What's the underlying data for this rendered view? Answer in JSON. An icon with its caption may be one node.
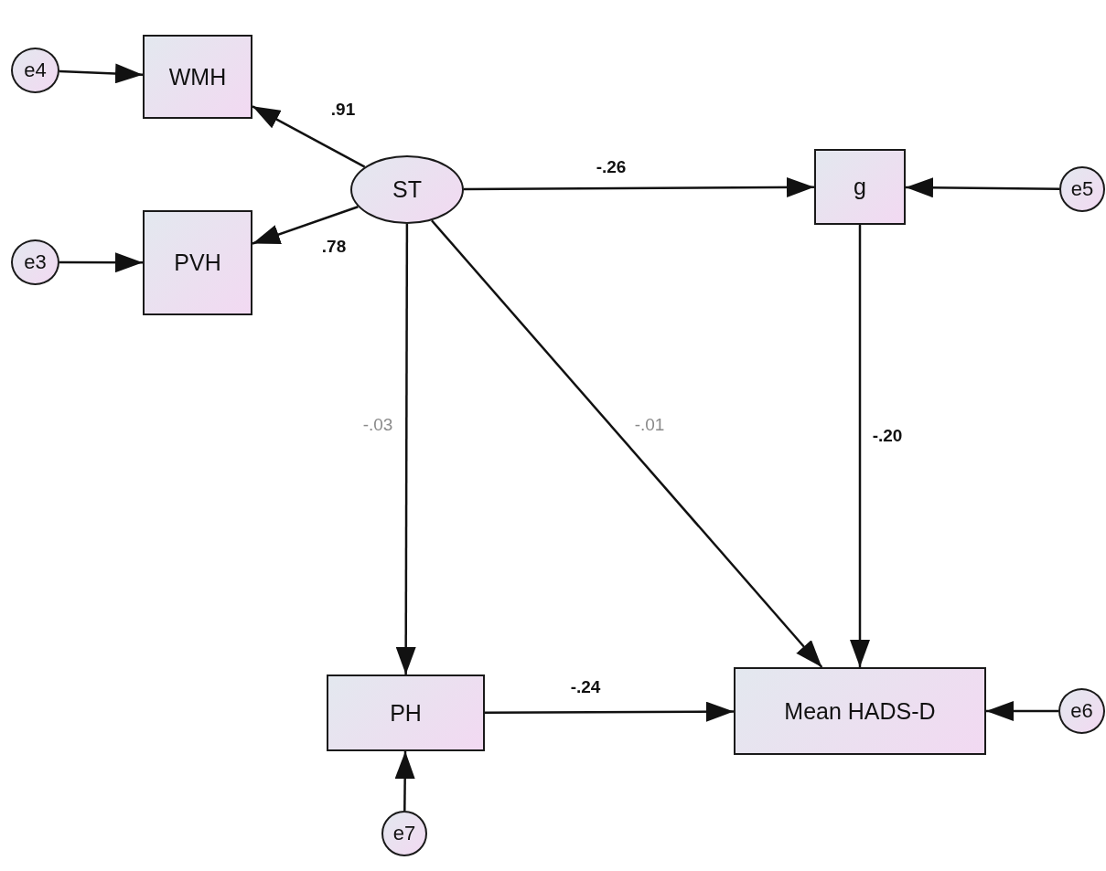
{
  "diagram": {
    "nodes": [
      {
        "text": [
          "e4"
        ]
      },
      {
        "text": [
          "WMH"
        ]
      },
      {
        "text": [
          "ST"
        ]
      },
      {
        "text": [
          "g"
        ]
      },
      {
        "text": [
          "e5"
        ]
      },
      {
        "text": [
          "e3"
        ]
      },
      {
        "text": [
          "PVH"
        ]
      },
      {
        "text": [
          "PH"
        ]
      },
      {
        "text": [
          "Mean HADS-D"
        ]
      },
      {
        "text": [
          "e6"
        ]
      },
      {
        "text": [
          "e7"
        ]
      }
    ],
    "edges": [
      {
        "from": 0,
        "to": 1,
        "arrow": "to"
      },
      {
        "from": 2,
        "to": 1,
        "arrow": "to",
        "label": "**.91**"
      },
      {
        "from": 2,
        "to": 6,
        "arrow": "to",
        "label": "**.78**"
      },
      {
        "from": 2,
        "to": 3,
        "arrow": "to",
        "label": "**-.26**"
      },
      {
        "from": 4,
        "to": 3,
        "arrow": "to"
      },
      {
        "from": 5,
        "to": 6,
        "arrow": "to"
      },
      {
        "from": 2,
        "to": 7,
        "arrow": "to",
        "label": "-.03"
      },
      {
        "from": 2,
        "to": 8,
        "arrow": "to",
        "label": "-.01"
      },
      {
        "from": 3,
        "to": 8,
        "arrow": "to",
        "label": "**-.20**"
      },
      {
        "from": 7,
        "to": 8,
        "arrow": "to",
        "label": "**-.24**"
      },
      {
        "from": 9,
        "to": 8,
        "arrow": "to"
      },
      {
        "from": 10,
        "to": 7,
        "arrow": "to"
      }
    ]
  }
}
